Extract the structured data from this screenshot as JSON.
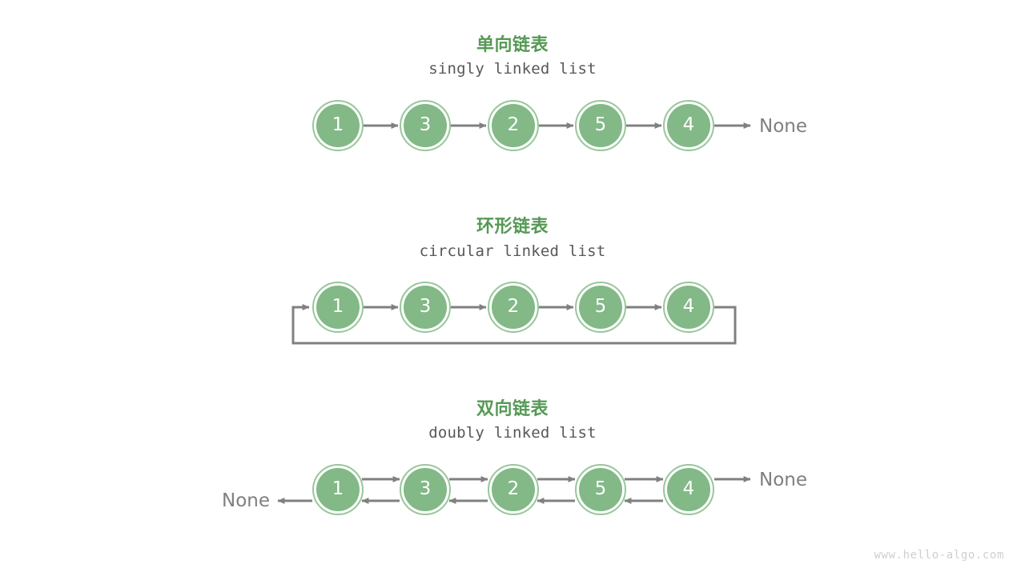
{
  "page": {
    "background": "#ffffff",
    "watermark": "www.hello-algo.com"
  },
  "colors": {
    "title_green": "#559955",
    "node_fill": "#83b887",
    "node_ring": "#97c79a",
    "node_text": "#ffffff",
    "arrow_gray": "#808080",
    "subtitle_gray": "#58585a",
    "none_gray": "#7f7f7f",
    "watermark_gray": "#cfcfcf"
  },
  "sections": [
    {
      "id": "singly",
      "title": "单向链表",
      "subtitle": "singly linked list",
      "nodes": [
        "1",
        "3",
        "2",
        "5",
        "4"
      ],
      "tail_label": "None",
      "head_label": null,
      "kind": "singly"
    },
    {
      "id": "circular",
      "title": "环形链表",
      "subtitle": "circular linked list",
      "nodes": [
        "1",
        "3",
        "2",
        "5",
        "4"
      ],
      "tail_label": null,
      "head_label": null,
      "kind": "circular"
    },
    {
      "id": "doubly",
      "title": "双向链表",
      "subtitle": "doubly linked list",
      "nodes": [
        "1",
        "3",
        "2",
        "5",
        "4"
      ],
      "tail_label": "None",
      "head_label": "None",
      "kind": "doubly"
    }
  ]
}
